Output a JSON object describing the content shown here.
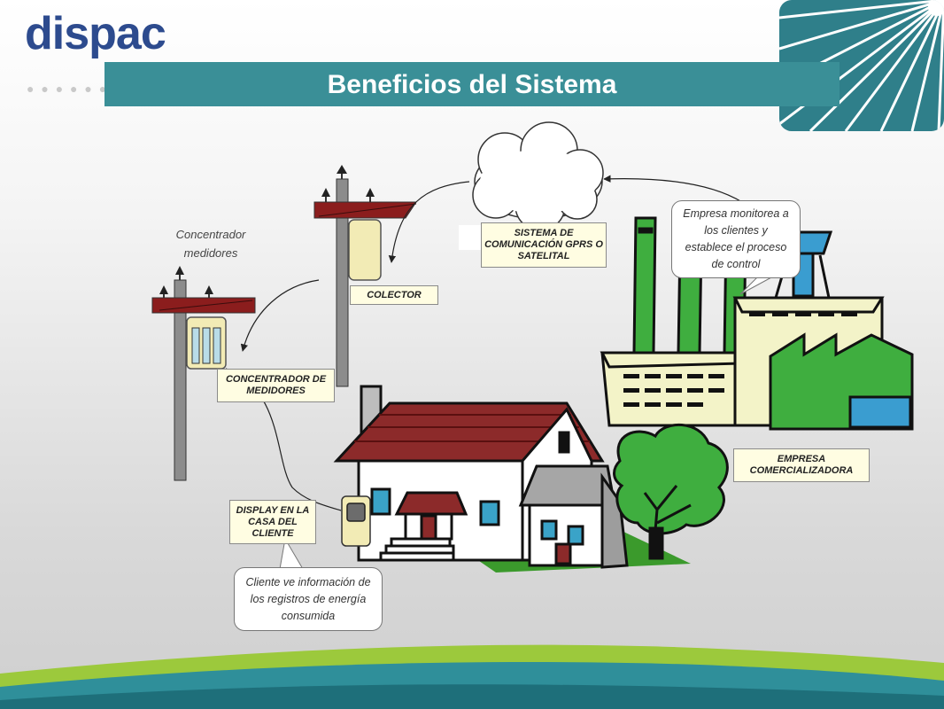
{
  "header": {
    "title": "Beneficios del Sistema",
    "logo_text": "dispac"
  },
  "labels": {
    "concentrador_free": "Concentrador medidores",
    "sistema": "SISTEMA DE COMUNICACIÓN GPRS O SATELITAL",
    "colector": "COLECTOR",
    "concentrador_box": "CONCENTRADOR DE MEDIDORES",
    "display": "DISPLAY EN LA CASA DEL CLIENTE",
    "empresa": "EMPRESA COMERCIALIZADORA"
  },
  "callouts": {
    "empresa_monitorea": "Empresa monitorea a los clientes y establece el proceso de control",
    "cliente_ve": "Cliente ve información de los registros de energía consumida"
  },
  "colors": {
    "title_bar": "#3a8f97",
    "logo": "#2d4b8e",
    "pole": "#8c8c8c",
    "crossarm": "#8b1d1d",
    "factory_green": "#3fae3f",
    "factory_cream": "#f3f3c8",
    "roof": "#8c2a2a",
    "window": "#3aa3c8",
    "grass": "#3b9a2c",
    "label_fill": "#fffde2"
  }
}
